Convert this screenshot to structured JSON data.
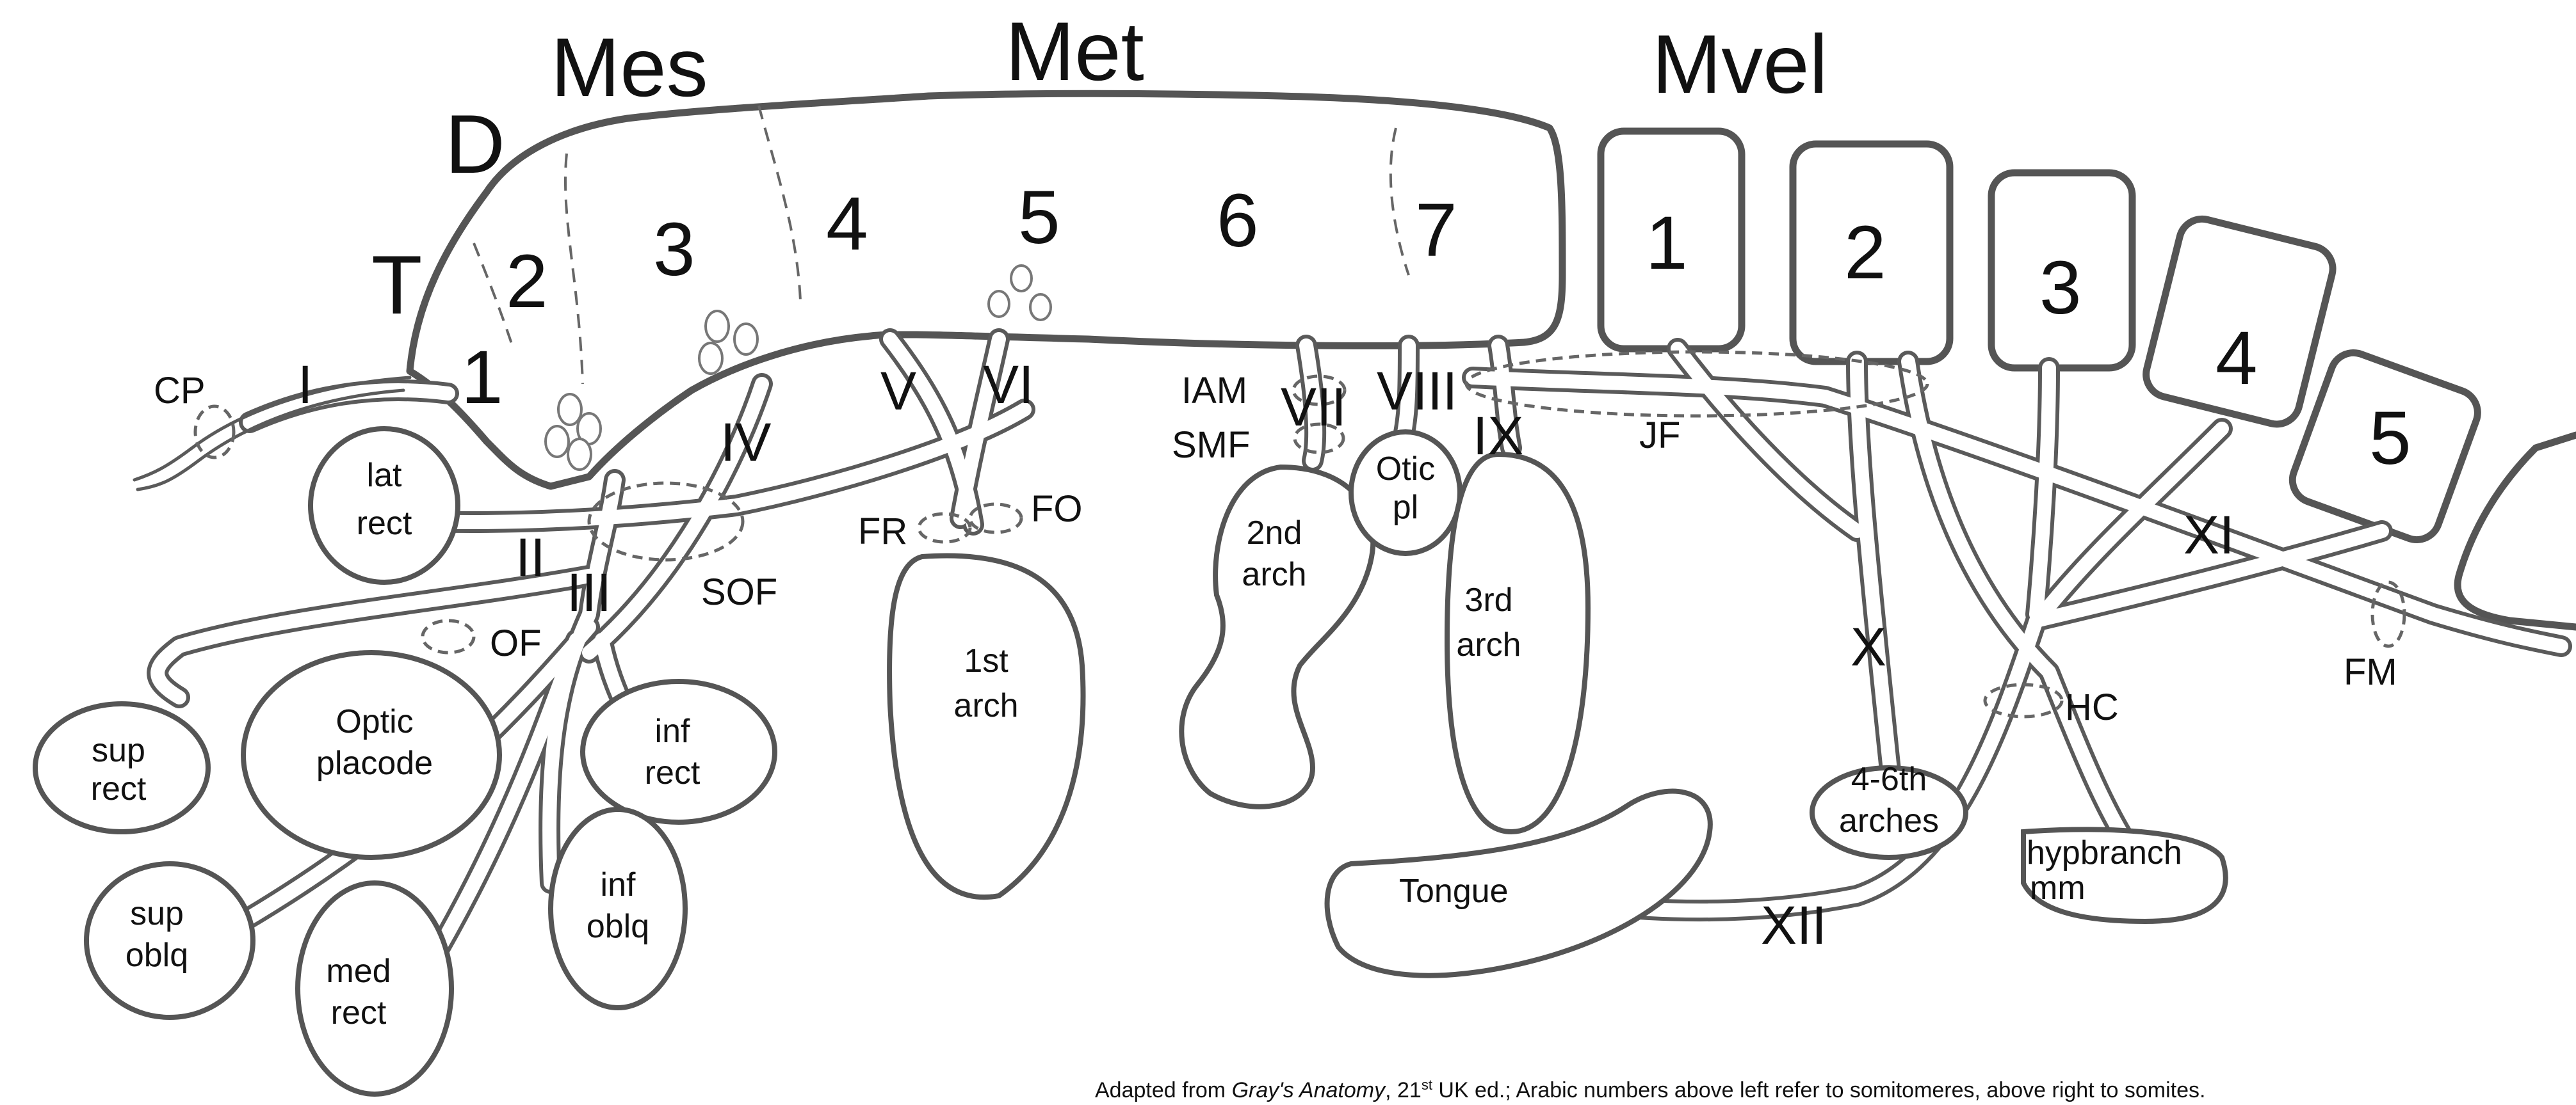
{
  "regions": {
    "mes": "Mes",
    "met": "Met",
    "mvel": "Mvel",
    "d": "D",
    "t": "T"
  },
  "somitomeres": [
    "1",
    "2",
    "3",
    "4",
    "5",
    "6",
    "7"
  ],
  "somites": [
    "1",
    "2",
    "3",
    "4",
    "5"
  ],
  "cranial_nerves": {
    "I": "I",
    "II": "II",
    "III": "III",
    "IV": "IV",
    "V": "V",
    "VI": "VI",
    "VII": "VII",
    "VIII": "VIII",
    "IX": "IX",
    "X": "X",
    "XI": "XI",
    "XII": "XII"
  },
  "foramina": {
    "cp": "CP",
    "sof": "SOF",
    "of": "OF",
    "fr": "FR",
    "fo": "FO",
    "iam": "IAM",
    "smf": "SMF",
    "jf": "JF",
    "hc": "HC",
    "fm": "FM"
  },
  "structures": {
    "lat_rect": [
      "lat",
      "rect"
    ],
    "sup_rect": [
      "sup",
      "rect"
    ],
    "optic_placode": [
      "Optic",
      "placode"
    ],
    "inf_rect": [
      "inf",
      "rect"
    ],
    "sup_oblq": [
      "sup",
      "oblq"
    ],
    "med_rect": [
      "med",
      "rect"
    ],
    "inf_oblq": [
      "inf",
      "oblq"
    ],
    "first_arch": [
      "1st",
      "arch"
    ],
    "second_arch": [
      "2nd",
      "arch"
    ],
    "otic_pl": [
      "Otic",
      "pl"
    ],
    "third_arch": [
      "3rd",
      "arch"
    ],
    "arches_4_6": [
      "4-6th",
      "arches"
    ],
    "tongue": "Tongue",
    "hypbranch": [
      "hypbranch",
      "mm"
    ]
  },
  "caption": {
    "prefix": "Adapted from ",
    "italic": "Gray's Anatomy",
    "edition": ", 21",
    "sup": "st",
    "suffix": " UK ed.; Arabic numbers above left refer to somitomeres, above right to somites."
  }
}
